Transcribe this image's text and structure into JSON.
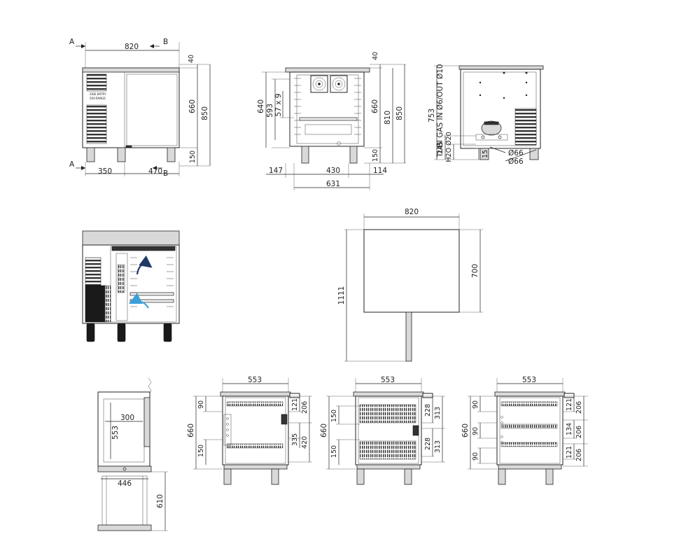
{
  "front_view": {
    "section_a": "A",
    "section_b": "B",
    "dim_width": "820",
    "dim_top": "40",
    "dim_body": "660",
    "dim_total": "850",
    "dim_legs": "150",
    "dim_left": "350",
    "dim_right": "470",
    "brand_line1": "SIDE·ENTRY",
    "brand_line2": "500·RANGE"
  },
  "section_view": {
    "dim_top": "40",
    "dim_inner": "640",
    "dim_shelves": "593",
    "dim_pitch": "57 x 9",
    "dim_body": "660",
    "dim_mid": "810",
    "dim_total": "850",
    "dim_legs": "150",
    "dim_left": "147",
    "dim_center": "430",
    "dim_right": "114",
    "dim_overall": "631"
  },
  "side_view": {
    "dim_height": "753",
    "label_tubi": "TUBI GAS IN Ø6/OUT Ø10",
    "dim_h2o": "245",
    "label_h2o": "H2O Ø20",
    "dim_foot": "15",
    "label_d1": "Ø66",
    "label_d2": "Ø66"
  },
  "plan_view": {
    "dim_width": "820",
    "dim_depth": "700",
    "dim_total": "1111"
  },
  "door_detail": {
    "dim_width": "300",
    "dim_height": "553",
    "dim_base_width": "446",
    "dim_base_height": "610"
  },
  "config_a": {
    "dim_width": "553",
    "dim_total": "660",
    "dim_top": "90",
    "dim_bottom": "150",
    "dim_r1": "121",
    "dim_r2": "206",
    "dim_r3": "335",
    "dim_r4": "420"
  },
  "config_b": {
    "dim_width": "553",
    "dim_total": "660",
    "dim_top": "150",
    "dim_bottom": "150",
    "dim_r1": "228",
    "dim_r2": "313",
    "dim_r3": "228",
    "dim_r4": "313"
  },
  "config_c": {
    "dim_width": "553",
    "dim_total": "660",
    "dim_top": "90",
    "dim_mid": "90",
    "dim_bottom": "90",
    "dim_r1": "121",
    "dim_r2": "206",
    "dim_r3": "134",
    "dim_r4": "206",
    "dim_r5": "121",
    "dim_r6": "206"
  },
  "colors": {
    "line": "#222222",
    "arrow_dark": "#1f3a66",
    "arrow_light": "#3aa0d8"
  }
}
